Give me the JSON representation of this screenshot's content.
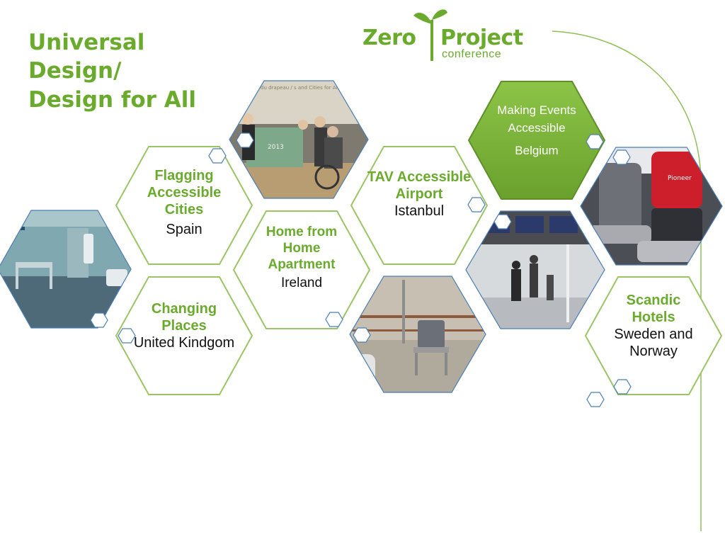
{
  "slide": {
    "title_lines": [
      "Universal",
      "Design/",
      "Design for All"
    ]
  },
  "logo": {
    "word1": "Zero",
    "word2": "Project",
    "sub": "conference"
  },
  "tiles": [
    {
      "key": "flagging",
      "heading": "Flagging Accessible Cities",
      "country": "Spain"
    },
    {
      "key": "changing",
      "heading": "Changing Places",
      "country": "United Kindgom"
    },
    {
      "key": "home",
      "heading": "Home from Home Apartment",
      "country": "Ireland"
    },
    {
      "key": "tav",
      "heading": "TAV Accessible Airport",
      "country": "Istanbul"
    },
    {
      "key": "events",
      "heading": "Making Events Accessible",
      "country": "Belgium"
    },
    {
      "key": "scandic",
      "heading": "Scandic Hotels",
      "country": "Sweden and Norway"
    }
  ],
  "photos": {
    "flag_banner_text": "du drapeau / s and Cities for All » / ille de Saint-Etienne / esign for All Foundation",
    "flag_year": "2013",
    "seat_brand": "Pioneer"
  },
  "colors": {
    "brand_green": "#6aab2e",
    "hex_outline": "#9bc565",
    "mini_hex_outline": "#4a7db3",
    "accent_fill": "#7eb83b"
  }
}
